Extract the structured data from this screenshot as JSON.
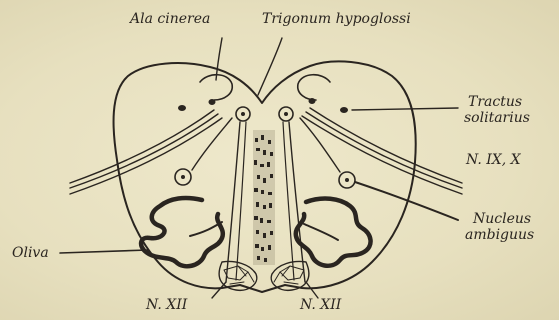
{
  "labels": {
    "ala_cinerea": "Ala cinerea",
    "trigonum_hypoglossi": "Trigonum hypoglossi",
    "tractus_line1": "Tractus",
    "tractus_line2": "solitarius",
    "n_ix_x": "N. IX, X",
    "nucleus_line1": "Nucleus",
    "nucleus_line2": "ambiguus",
    "oliva": "Oliva",
    "n_xii_left": "N. XII",
    "n_xii_right": "N. XII"
  },
  "colors": {
    "background": "#e9e2c2",
    "ink": "#2a2520"
  }
}
